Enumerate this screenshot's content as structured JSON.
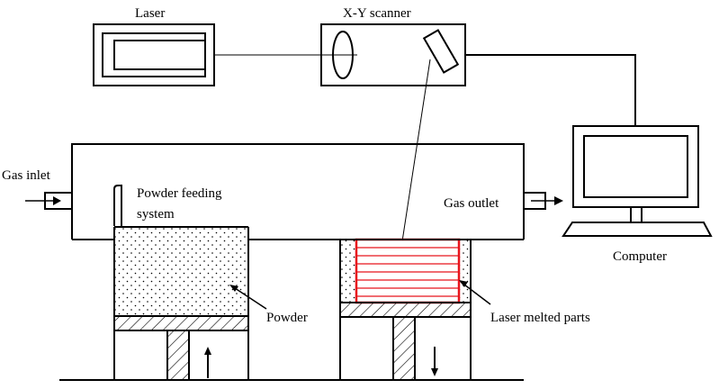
{
  "labels": {
    "laser": "Laser",
    "scanner": "X-Y scanner",
    "computer": "Computer",
    "gas_inlet": "Gas inlet",
    "gas_outlet": "Gas outlet",
    "powder_feeding_line1": "Powder feeding",
    "powder_feeding_line2": "system",
    "powder": "Powder",
    "laser_melted_parts": "Laser melted parts"
  },
  "colors": {
    "line": "#000000",
    "melted_parts": "#e8141c",
    "background": "#ffffff"
  },
  "icons": {
    "lens": "ellipse-lens-icon",
    "mirror": "tilted-mirror-icon",
    "monitor": "computer-monitor-icon",
    "keyboard": "keyboard-icon",
    "arrow_up": "arrow-up-icon",
    "arrow_down": "arrow-down-icon"
  }
}
